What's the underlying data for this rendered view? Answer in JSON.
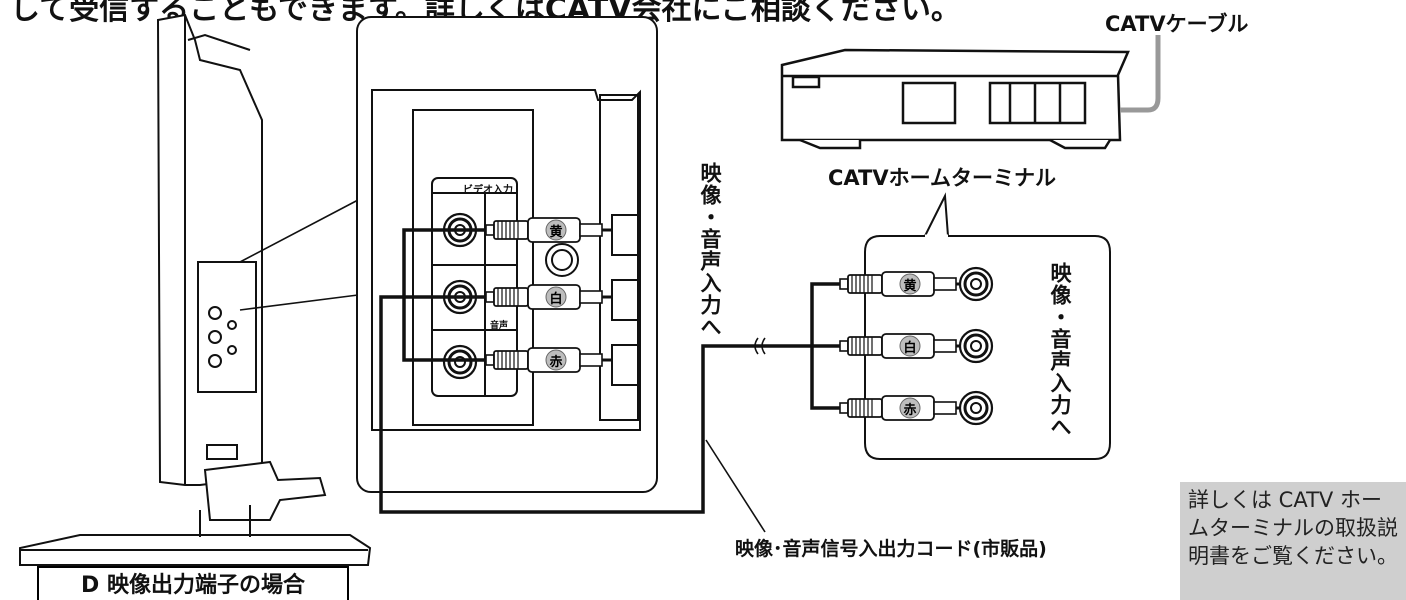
{
  "header_cut_text": "して受信することもできます。詳しくはCATV会社にご相談ください。",
  "labels": {
    "catv_cable": "CATVケーブル",
    "catv_terminal": "CATVホームターミナル",
    "av_input_left": "映像・音声入力へ",
    "av_input_right": "映像・音声入力へ",
    "av_cord": "映像･音声信号入出力コード(市販品)",
    "panel_title": "ビデオ入力",
    "audio": "音声"
  },
  "plug_colors": {
    "yellow": "黄",
    "white": "白",
    "red": "赤"
  },
  "caption": "D 映像出力端子の場合",
  "note": "詳しくは CATV ホームターミナルの取扱説明書をご覧ください。",
  "colors": {
    "line": "#111111",
    "note_bg": "#cfcfcf",
    "badge_bg": "#bdbdbd"
  }
}
